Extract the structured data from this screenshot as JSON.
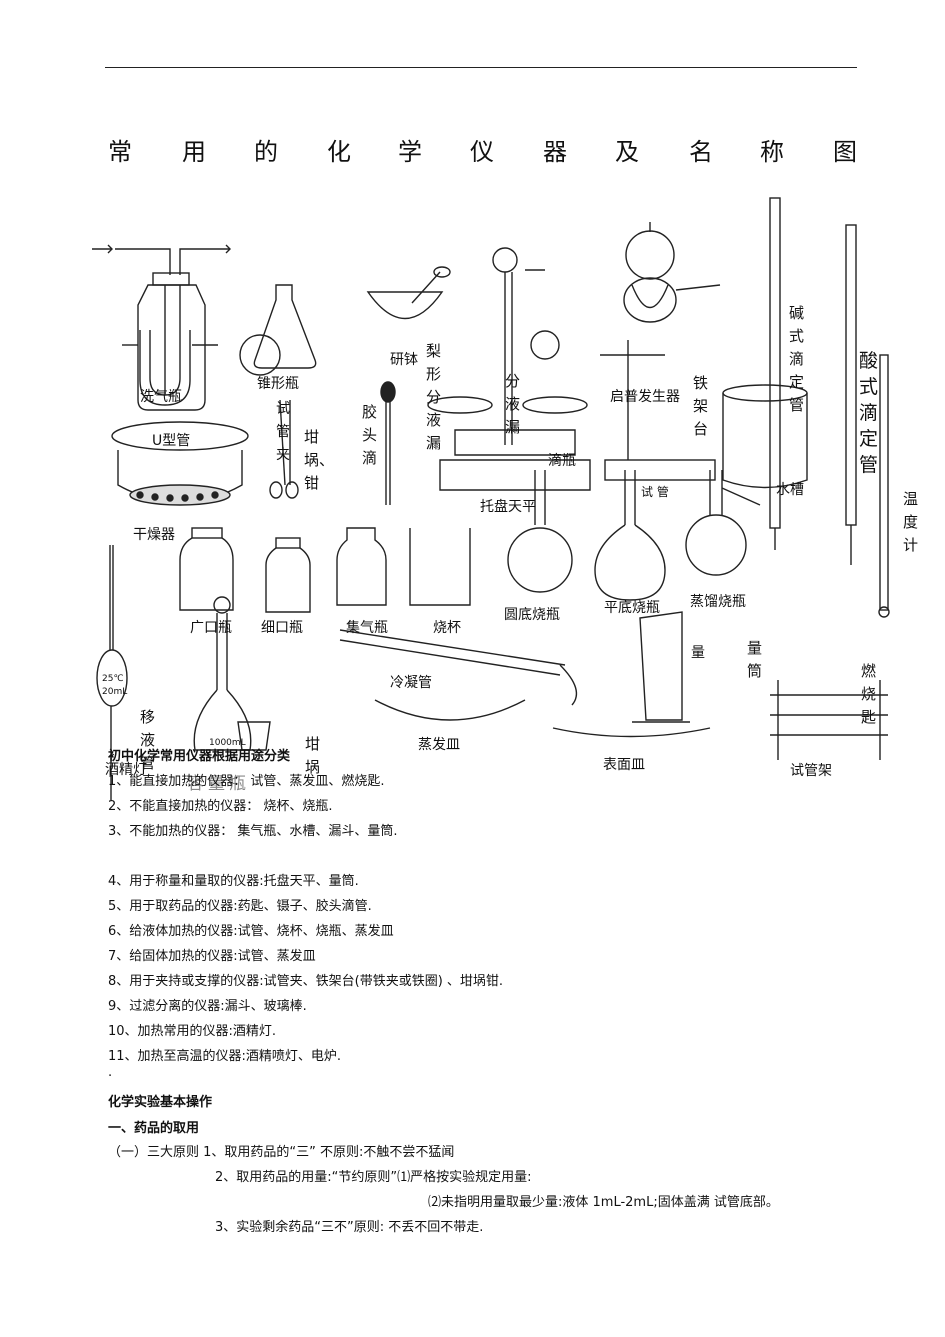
{
  "title_chars": [
    "常",
    "用",
    "的",
    "化",
    "学",
    "仪",
    "器",
    "及",
    "名",
    "称",
    "图"
  ],
  "labels": {
    "xiqi": "洗气瓶",
    "zhuixing": "锥形瓶",
    "utube": "U型管",
    "yanbo": "研钵",
    "jiaotou": "胶头滴",
    "lixing": "梨形分液漏",
    "fenye_dou": "分液漏",
    "zhuixing_dot": "[",
    "qipu": "启普发生器",
    "tiejiatai": "铁架台",
    "jianshi": "碱式滴定管",
    "suanshi": "酸式滴定管",
    "wenduji": "温度计",
    "shiguanjia": "试管夹",
    "ganguo": "坩埚、钳",
    "ganzaoqi": "干燥器",
    "tuopan": "托盘天平",
    "diping": "滴瓶",
    "shiguan": "试 管",
    "shuicao": "水槽",
    "guangkou": "广口瓶",
    "xikou": "细口瓶",
    "jiqi": "集气瓶",
    "shaobei": "烧杯",
    "yuandi": "圆底烧瓶",
    "pingdi": "平底烧瓶",
    "zhengliu": "蒸馏烧瓶",
    "liangbei": "量",
    "liangtong": "量筒",
    "ranshao": "燃烧匙",
    "lengning": "冷凝管",
    "yiye": "移液管",
    "zhengfa": "蒸发皿",
    "biaomian": "表面皿",
    "shiguanjia2": "试管架",
    "jiujing": "酒精灯",
    "ganguo2": "坩埚",
    "rongliang": "容量瓶",
    "rongliang_mark": "1000mL",
    "yiye_mark1": "25℃",
    "yiye_mark2": "20mL"
  },
  "classification": {
    "heading": "初中化学常用仪器根据用途分类",
    "items": [
      "1、能直接加热的仪器： 试管、蒸发皿、燃烧匙.",
      "2、不能直接加热的仪器： 烧杯、烧瓶.",
      "3、不能加热的仪器： 集气瓶、水槽、漏斗、量筒.",
      "4、用于称量和量取的仪器:托盘天平、量筒.",
      "5、用于取药品的仪器:药匙、镊子、胶头滴管.",
      "6、给液体加热的仪器:试管、烧杯、烧瓶、蒸发皿",
      "7、给固体加热的仪器:试管、蒸发皿",
      "8、用于夹持或支撑的仪器:试管夹、铁架台(带铁夹或铁圈) 、坩埚钳.",
      "9、过滤分离的仪器:漏斗、玻璃棒.",
      "10、加热常用的仪器:酒精灯.",
      "11、加热至高温的仪器:酒精喷灯、电炉."
    ],
    "dot": "."
  },
  "operations": {
    "heading": "化学实验基本操作",
    "section1": "一、药品的取用",
    "line1": "（一）三大原则 1、取用药品的“三” 不原则:不触不尝不猛闻",
    "line2": "2、取用药品的用量:“节约原则”⑴严格按实验规定用量:",
    "line3": "⑵未指明用量取最少量:液体 1mL-2mL;固体盖满 试管底部。",
    "line4": "3、实验剩余药品“三不”原则: 不丢不回不带走."
  }
}
